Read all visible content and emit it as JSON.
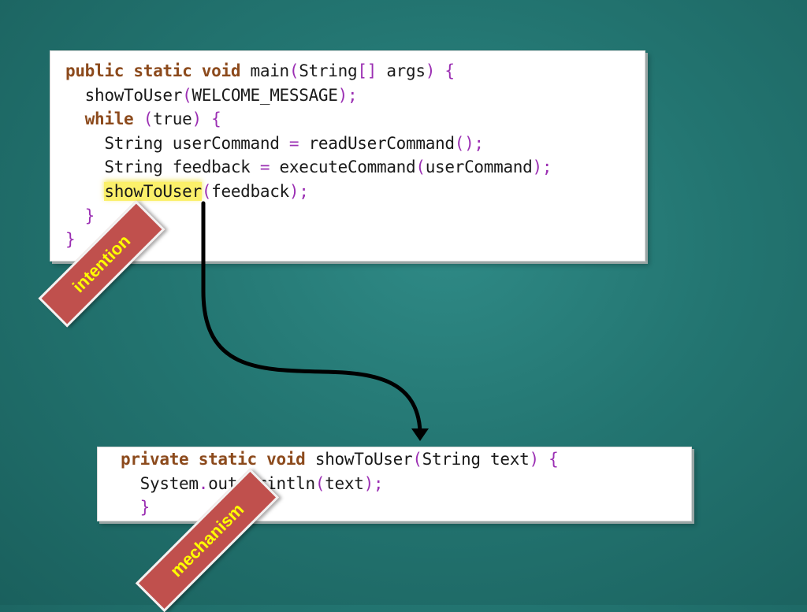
{
  "main_code": {
    "line1": {
      "kw": "public static void",
      "name": " main",
      "p1": "(",
      "args": "String",
      "p2": "[] ",
      "rest": "args",
      "p3": ") {"
    },
    "line2": {
      "call": "  showToUser",
      "p1": "(",
      "arg": "WELCOME_MESSAGE",
      "p2": ");"
    },
    "line3": {
      "kw": "  while",
      "sp": " ",
      "p1": "(",
      "arg": "true",
      "p2": ") {"
    },
    "line4": {
      "text": "    String userCommand ",
      "eq": "=",
      "call": " readUserCommand",
      "p": "();"
    },
    "line5": {
      "text": "    String feedback ",
      "eq": "=",
      "call": " executeCommand",
      "p1": "(",
      "arg": "userCommand",
      "p2": ");"
    },
    "line6": {
      "indent": "    ",
      "call": "showToUser",
      "p1": "(",
      "arg": "feedback",
      "p2": ");"
    },
    "line7": {
      "brace": "  }"
    },
    "line8": {
      "brace": "}"
    }
  },
  "method_code": {
    "line1": {
      "kw": "private static void",
      "name": " showToUser",
      "p1": "(",
      "arg": "String text",
      "p2": ") {"
    },
    "line2": {
      "a": "  System",
      "dot1": ".",
      "b": "out",
      "dot2": ".",
      "c": "println",
      "p1": "(",
      "arg": "text",
      "p2": ");"
    },
    "line3": {
      "brace": "  }"
    }
  },
  "labels": {
    "intention": "intention",
    "mechanism": "mechanism"
  },
  "colors": {
    "keyword": "#8c4a1c",
    "punctuation": "#9b2fb3",
    "highlight": "#fbf06a",
    "tag_fill": "#c0504d",
    "tag_text": "#ffff00",
    "arrow": "#000000"
  }
}
